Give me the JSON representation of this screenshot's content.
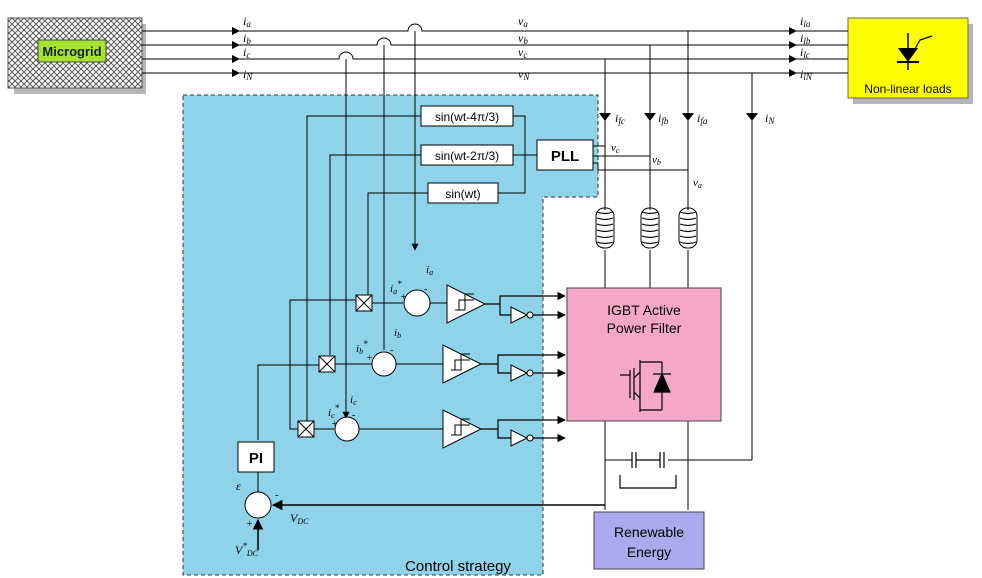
{
  "blocks": {
    "microgrid": "Microgrid",
    "nonlinear_loads": "Non-linear loads",
    "pll": "PLL",
    "sin1": "sin(wt-4π/3)",
    "sin2": "sin(wt-2π/3)",
    "sin3": "sin(wt)",
    "apf_line1": "IGBT Active",
    "apf_line2": "Power Filter",
    "pi": "PI",
    "renewable_line1": "Renewable",
    "renewable_line2": "Energy",
    "control_strategy": "Control strategy"
  },
  "labels": {
    "ia": "i",
    "ia_sub": "a",
    "ib": "i",
    "ib_sub": "b",
    "ic": "i",
    "ic_sub": "c",
    "in": "i",
    "in_sub": "N",
    "va": "v",
    "va_sub": "a",
    "vb": "v",
    "vb_sub": "b",
    "vc": "v",
    "vc_sub": "c",
    "vn": "v",
    "vn_sub": "N",
    "ila": "i",
    "ila_sub": "la",
    "ilb": "i",
    "ilb_sub": "lb",
    "ilc": "i",
    "ilc_sub": "lc",
    "iln": "i",
    "iln_sub": "lN",
    "ifc": "i",
    "ifc_sub": "fc",
    "ifb": "i",
    "ifb_sub": "fb",
    "ifa": "i",
    "ifa_sub": "fa",
    "ifn": "i",
    "ifn_sub": "N",
    "pll_vc": "v",
    "pll_vc_sub": "c",
    "pll_vb": "v",
    "pll_vb_sub": "b",
    "pll_va": "v",
    "pll_va_sub": "a",
    "ref_a": "i",
    "ref_a_sub": "a",
    "ref_b": "i",
    "ref_b_sub": "b",
    "ref_c": "i",
    "ref_c_sub": "c",
    "meas_a": "i",
    "meas_a_sub": "a",
    "meas_b": "i",
    "meas_b_sub": "b",
    "meas_c": "i",
    "meas_c_sub": "c",
    "star": "*",
    "plus": "+",
    "minus": "-",
    "eps": "ε",
    "vdc": "V",
    "vdc_sub": "DC",
    "vdc_ref": "V",
    "vdc_ref_sub": "DC",
    "vdc_ref_star": "*"
  }
}
